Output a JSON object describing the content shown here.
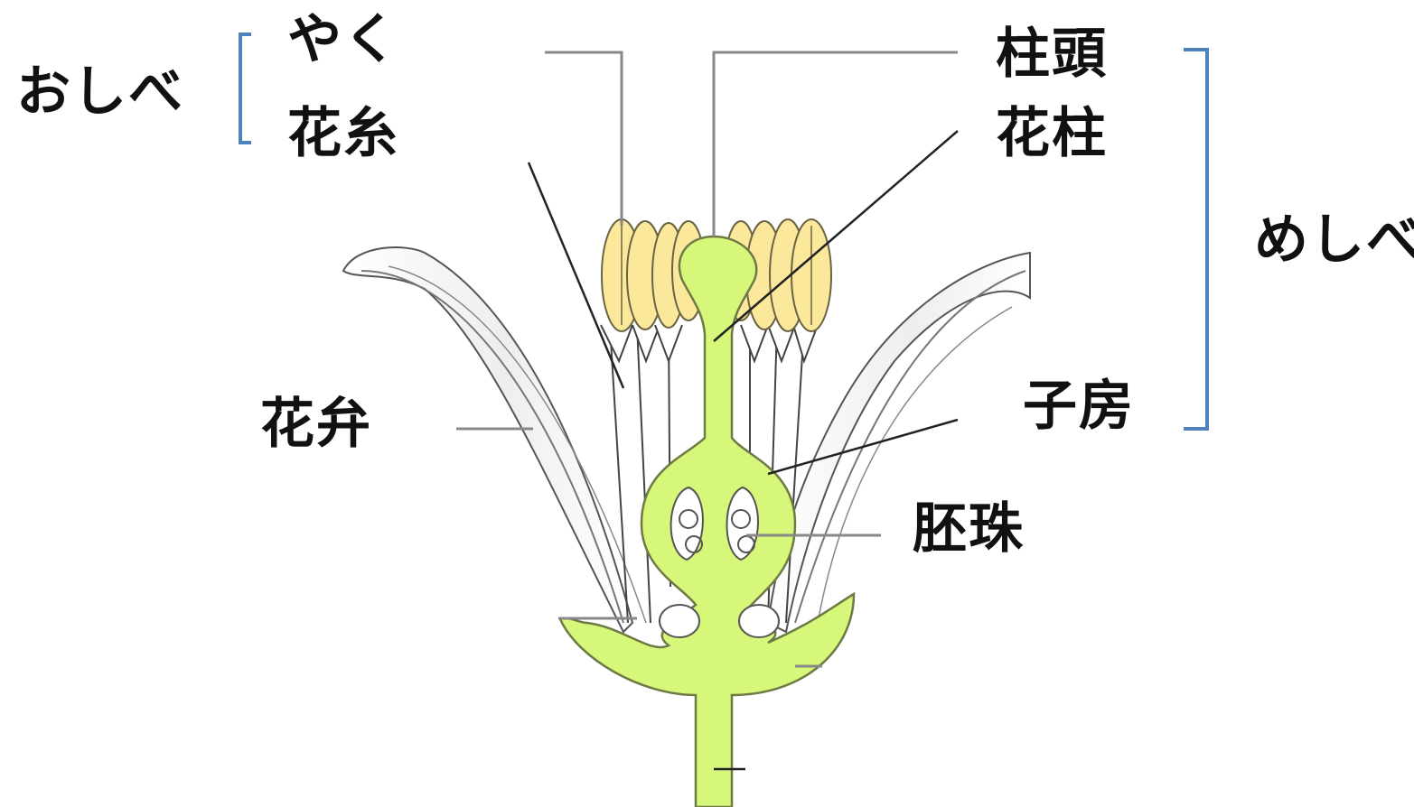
{
  "labels": {
    "oshibe": "おしべ",
    "yaku": "やく",
    "kashi": "花糸",
    "chuto": "柱頭",
    "kachu": "花柱",
    "meshibe": "めしべ",
    "kaben": "花弁",
    "shibo": "子房",
    "haishu": "胚珠"
  },
  "colors": {
    "pistil": "#d7f77a",
    "pistil_stroke": "#6e7a45",
    "anther": "#fbe89a",
    "anther_stroke": "#6b6444",
    "bracket": "#4f81bd",
    "leader": "#888888",
    "leader_dark": "#222222"
  }
}
